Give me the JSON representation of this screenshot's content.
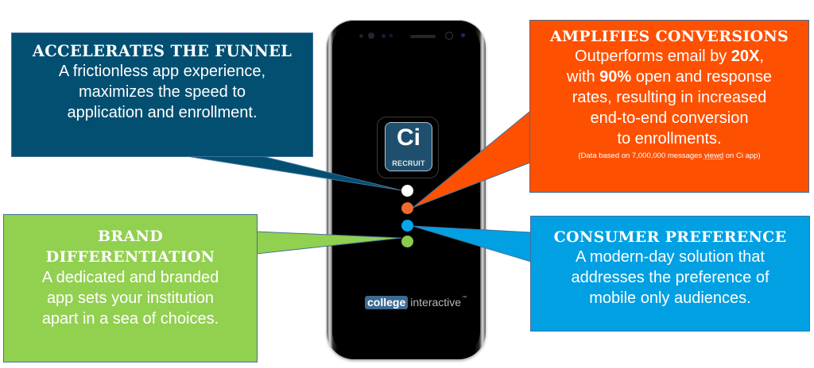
{
  "colors": {
    "funnel": "#034f72",
    "conversions": "#fe5001",
    "brand": "#92d050",
    "consumer": "#00a0e3",
    "dot_white": "#ffffff",
    "dot_orange": "#ee6a30",
    "dot_blue": "#0aa4ec",
    "dot_green": "#8ccb4a",
    "app_icon": "#1e4f6e",
    "logo_badge": "#3c6a92"
  },
  "phone": {
    "app_icon": {
      "letters": "Ci",
      "label": "RECRUIT"
    },
    "logo": {
      "college": "college",
      "interactive": "interactive",
      "tm": "™"
    },
    "dots": [
      "white",
      "orange",
      "blue",
      "green"
    ]
  },
  "callouts": {
    "funnel": {
      "title": "ACCELERATES THE FUNNEL",
      "lines": [
        "A frictionless app experience,",
        "maximizes the speed to",
        "application and enrollment."
      ]
    },
    "conversions": {
      "title": "AMPLIFIES CONVERSIONS",
      "line1_pre": "Outperforms email by ",
      "line1_bold": "20X",
      "line1_post": ",",
      "line2_pre": "with ",
      "line2_bold": "90%",
      "line2_post": " open and response",
      "line3": "rates, resulting in increased",
      "line4": "end-to-end conversion",
      "line5": "to enrollments.",
      "note_pre": "(Data based on 7,000,000 messages ",
      "note_underlined": "viewd",
      "note_post": " on Ci app)"
    },
    "brand": {
      "title_line1": "BRAND",
      "title_line2": "DIFFERENTIATION",
      "lines": [
        "A dedicated and branded",
        "app sets your institution",
        "apart in a sea of choices."
      ]
    },
    "consumer": {
      "title": "CONSUMER PREFERENCE",
      "lines": [
        "A modern-day solution that",
        "addresses the preference of",
        "mobile only audiences."
      ]
    }
  }
}
